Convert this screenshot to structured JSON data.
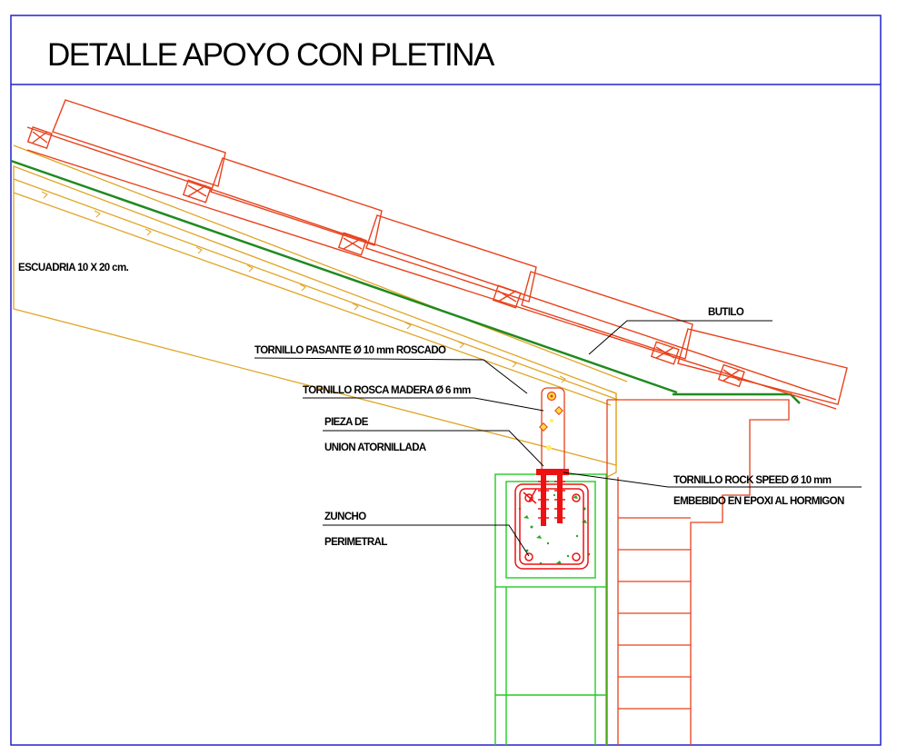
{
  "title": "DETALLE APOYO CON PLETINA",
  "labels": {
    "escuadria": "ESCUADRIA    10  X  20  cm.",
    "butilo": "BUTILO",
    "tornillo_pasante": "TORNILLO PASANTE Ø 10 mm ROSCADO",
    "tornillo_rosca_madera": "TORNILLO ROSCA MADERA Ø 6 mm",
    "pieza_de": "PIEZA DE",
    "union_atornillada": "UNION ATORNILLADA",
    "tornillo_rock_speed": "TORNILLO ROCK SPEED Ø 10 mm",
    "embebido": "EMBEBIDO EN EPOXI AL HORMIGON",
    "zuncho": "ZUNCHO",
    "perimetral": "PERIMETRAL"
  },
  "colors": {
    "frame": "#2222cc",
    "tiles": "#e8401a",
    "rafter": "#e0a526",
    "membrane": "#1f8a1f",
    "concrete": "#22cc22",
    "rebar": "#ee1111",
    "leader": "#000000"
  }
}
